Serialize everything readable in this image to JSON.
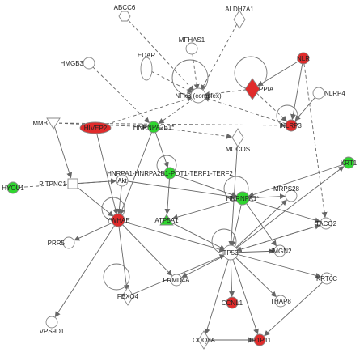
{
  "colors": {
    "upregulated": "#e02b2b",
    "downregulated": "#2fd62f",
    "neutral": "#ffffff",
    "outline": "#888888",
    "edge": "#666666"
  },
  "nodes": [
    {
      "id": "ABCC6",
      "label": "ABCC6",
      "shape": "hexagon",
      "color": "neutral"
    },
    {
      "id": "ALDH7A1",
      "label": "ALDH7A1",
      "shape": "diamond",
      "color": "neutral"
    },
    {
      "id": "HMGB3",
      "label": "HMGB3",
      "shape": "circle",
      "color": "neutral"
    },
    {
      "id": "MFHAS1",
      "label": "MFHAS1",
      "shape": "circle",
      "color": "neutral"
    },
    {
      "id": "EDAR",
      "label": "EDAR",
      "shape": "ellipse-v",
      "color": "neutral"
    },
    {
      "id": "NLR",
      "label": "NLR",
      "shape": "circle",
      "color": "upregulated"
    },
    {
      "id": "NFkB",
      "label": "NFkB (complex)",
      "shape": "circle",
      "color": "neutral"
    },
    {
      "id": "PPIA",
      "label": "PPIA",
      "shape": "diamond",
      "color": "upregulated"
    },
    {
      "id": "NLRP4",
      "label": "NLRP4",
      "shape": "circle",
      "color": "neutral"
    },
    {
      "id": "MMB",
      "label": "MMB",
      "shape": "triangle-down",
      "color": "neutral"
    },
    {
      "id": "HIVEP2",
      "label": "HIVEP2",
      "shape": "ellipse-h",
      "color": "upregulated"
    },
    {
      "id": "HNRNPA2B1",
      "label": "HNRNPA2B1*",
      "shape": "circle",
      "color": "downregulated"
    },
    {
      "id": "NLRP3",
      "label": "NLRP3",
      "shape": "circle",
      "color": "upregulated"
    },
    {
      "id": "MOCOS",
      "label": "MOCOS",
      "shape": "diamond",
      "color": "neutral"
    },
    {
      "id": "KRT1",
      "label": "KRT1",
      "shape": "circle",
      "color": "downregulated"
    },
    {
      "id": "HYOU1",
      "label": "HYOU1",
      "shape": "circle",
      "color": "downregulated"
    },
    {
      "id": "PITPNC1",
      "label": "PITPNC1",
      "shape": "square",
      "color": "neutral"
    },
    {
      "id": "AKT",
      "label": "HNRPA1-HNRPA2B1-POT1-TERF1-TERF2",
      "shape": "circle",
      "color": "downregulated"
    },
    {
      "id": "Akt",
      "label": "Akt",
      "shape": "circle",
      "color": "neutral"
    },
    {
      "id": "HNRNPA1",
      "label": "HNRNPA1*",
      "shape": "circle",
      "color": "downregulated"
    },
    {
      "id": "MRPS28",
      "label": "MRPS28",
      "shape": "circle",
      "color": "neutral"
    },
    {
      "id": "TACO2",
      "label": "TACO2",
      "shape": "circle",
      "color": "neutral"
    },
    {
      "id": "YWHAE",
      "label": "YWHAE",
      "shape": "circle",
      "color": "upregulated"
    },
    {
      "id": "ATP5A1",
      "label": "ATP5A1",
      "shape": "triangle-up",
      "color": "downregulated"
    },
    {
      "id": "PRR5",
      "label": "PRR5",
      "shape": "circle",
      "color": "neutral"
    },
    {
      "id": "TP53",
      "label": "TP53",
      "shape": "circle",
      "color": "neutral"
    },
    {
      "id": "HMGN2",
      "label": "HMGN2",
      "shape": "circle",
      "color": "neutral"
    },
    {
      "id": "FRMD4A",
      "label": "FRMD4A",
      "shape": "circle",
      "color": "neutral"
    },
    {
      "id": "KRT6C",
      "label": "KRT6C",
      "shape": "circle",
      "color": "neutral"
    },
    {
      "id": "FBXO4",
      "label": "FBXO4",
      "shape": "diamond",
      "color": "neutral"
    },
    {
      "id": "VPS9D1",
      "label": "VPS9D1",
      "shape": "circle",
      "color": "neutral"
    },
    {
      "id": "CCNL1",
      "label": "CCNL1",
      "shape": "circle",
      "color": "upregulated"
    },
    {
      "id": "THAP8",
      "label": "THAP8",
      "shape": "circle",
      "color": "neutral"
    },
    {
      "id": "COQ8A",
      "label": "COQ8A",
      "shape": "diamond",
      "color": "neutral"
    },
    {
      "id": "TP1P11",
      "label": "TP1P11",
      "shape": "circle",
      "color": "upregulated"
    }
  ],
  "edges": [
    {
      "from": "ABCC6",
      "to": "NFkB",
      "style": "dashed"
    },
    {
      "from": "HMGB3",
      "to": "HNRNPA2B1",
      "style": "dashed"
    },
    {
      "from": "MFHAS1",
      "to": "NFkB",
      "style": "dashed"
    },
    {
      "from": "EDAR",
      "to": "NFkB",
      "style": "dashed"
    },
    {
      "from": "ALDH7A1",
      "to": "NFkB",
      "style": "dashed"
    },
    {
      "from": "NFkB",
      "to": "HNRNPA2B1",
      "style": "dashed"
    },
    {
      "from": "PPIA",
      "to": "NFkB",
      "style": "dashed"
    },
    {
      "from": "NLR",
      "to": "NLRP3",
      "style": "solid"
    },
    {
      "from": "NLR",
      "to": "PPIA",
      "style": "solid"
    },
    {
      "from": "NLRP4",
      "to": "NLRP3",
      "style": "solid"
    },
    {
      "from": "PPIA",
      "to": "NLRP3",
      "style": "dashed"
    },
    {
      "from": "NLRP3",
      "to": "NFkB",
      "style": "dashed"
    },
    {
      "from": "NLR",
      "to": "TACO2",
      "style": "dashed"
    },
    {
      "from": "MMB",
      "to": "HNRNPA2B1",
      "style": "dashed"
    },
    {
      "from": "HIVEP2",
      "to": "NFkB",
      "style": "dashed"
    },
    {
      "from": "HNRNPA2B1",
      "to": "MOCOS",
      "style": "dashed"
    },
    {
      "from": "MMB",
      "to": "NLRP3",
      "style": "dashed"
    },
    {
      "from": "HNRNPA2B1",
      "to": "AKT",
      "style": "solid"
    },
    {
      "from": "HNRNPA2B1",
      "to": "YWHAE",
      "style": "solid"
    },
    {
      "from": "HYOU1",
      "to": "Akt",
      "style": "dashed"
    },
    {
      "from": "PITPNC1",
      "to": "Akt",
      "style": "solid"
    },
    {
      "from": "PITPNC1",
      "to": "YWHAE",
      "style": "solid"
    },
    {
      "from": "MMB",
      "to": "PITPNC1",
      "style": "solid"
    },
    {
      "from": "Akt",
      "to": "YWHAE",
      "style": "solid"
    },
    {
      "from": "Akt",
      "to": "HNRNPA1",
      "style": "solid"
    },
    {
      "from": "AKT",
      "to": "HNRNPA1",
      "style": "solid"
    },
    {
      "from": "KRT1",
      "to": "HNRNPA1",
      "style": "solid"
    },
    {
      "from": "HNRNPA1",
      "to": "MRPS28",
      "style": "solid"
    },
    {
      "from": "HNRNPA1",
      "to": "TACO2",
      "style": "solid"
    },
    {
      "from": "HNRNPA1",
      "to": "HMGN2",
      "style": "solid"
    },
    {
      "from": "HNRNPA1",
      "to": "TP53",
      "style": "solid"
    },
    {
      "from": "HNRNPA1",
      "to": "ATP5A1",
      "style": "solid"
    },
    {
      "from": "YWHAE",
      "to": "PRR5",
      "style": "solid"
    },
    {
      "from": "YWHAE",
      "to": "TP53",
      "style": "solid"
    },
    {
      "from": "YWHAE",
      "to": "FBXO4",
      "style": "solid"
    },
    {
      "from": "YWHAE",
      "to": "VPS9D1",
      "style": "solid"
    },
    {
      "from": "YWHAE",
      "to": "FRMD4A",
      "style": "solid"
    },
    {
      "from": "ATP5A1",
      "to": "TP53",
      "style": "solid"
    },
    {
      "from": "FBXO4",
      "to": "TP53",
      "style": "solid"
    },
    {
      "from": "TP53",
      "to": "HMGN2",
      "style": "solid"
    },
    {
      "from": "TP53",
      "to": "CCNL1",
      "style": "solid"
    },
    {
      "from": "TP53",
      "to": "THAP8",
      "style": "solid"
    },
    {
      "from": "TP53",
      "to": "COQ8A",
      "style": "solid"
    },
    {
      "from": "TP53",
      "to": "TP1P11",
      "style": "solid"
    },
    {
      "from": "TP53",
      "to": "KRT6C",
      "style": "solid"
    },
    {
      "from": "TP53",
      "to": "KRT1",
      "style": "solid"
    },
    {
      "from": "TP53",
      "to": "MRPS28",
      "style": "solid"
    },
    {
      "from": "TP53",
      "to": "FRMD4A",
      "style": "solid"
    },
    {
      "from": "TP53",
      "to": "TACO2",
      "style": "solid"
    },
    {
      "from": "MOCOS",
      "to": "TP53",
      "style": "solid"
    },
    {
      "from": "KRT6C",
      "to": "TP1P11",
      "style": "solid"
    },
    {
      "from": "COQ8A",
      "to": "TP1P11",
      "style": "solid"
    },
    {
      "from": "HIVEP2",
      "to": "YWHAE",
      "style": "solid"
    },
    {
      "from": "AKT",
      "to": "ATP5A1",
      "style": "solid"
    },
    {
      "from": "TACO2",
      "to": "TP53",
      "style": "dashed"
    }
  ]
}
